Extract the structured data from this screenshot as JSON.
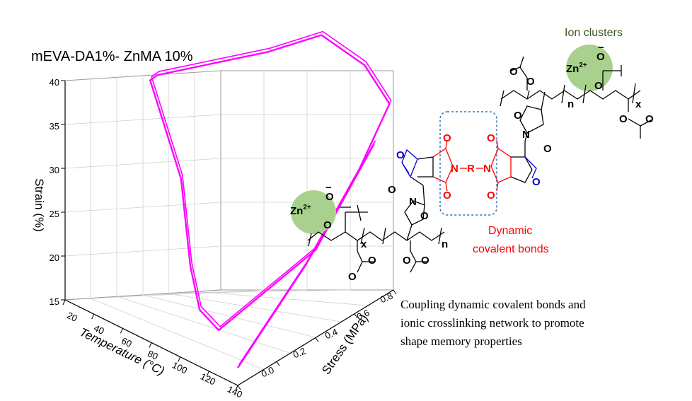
{
  "title": "mEVA-DA1%- ZnMA 10%",
  "axes": {
    "strain_label": "Strain (%)",
    "temperature_label": "Temperature (°C)",
    "stress_label": "Stress (MPa)",
    "strain_ticks": [
      "15",
      "20",
      "25",
      "30",
      "35",
      "40"
    ],
    "temperature_ticks": [
      "20",
      "40",
      "60",
      "80",
      "100",
      "120",
      "140"
    ],
    "stress_ticks": [
      "0.0",
      "0.2",
      "0.4",
      "0.6",
      "0.8"
    ]
  },
  "chart_data": {
    "type": "line",
    "title": "mEVA-DA1%- ZnMA 10%",
    "xlabel": "Temperature (°C)",
    "ylabel": "Stress (MPa)",
    "zlabel": "Strain (%)",
    "xlim": [
      20,
      140
    ],
    "ylim": [
      0,
      0.8
    ],
    "zlim": [
      15,
      40
    ],
    "grid": true,
    "series_color": "#ff00ff",
    "series": [
      {
        "points": [
          {
            "temperature": 140,
            "stress": 0.0,
            "strain": 17
          },
          {
            "temperature": 140,
            "stress": 0.35,
            "strain": 24
          },
          {
            "temperature": 140,
            "stress": 0.62,
            "strain": 31
          },
          {
            "temperature": 140,
            "stress": 0.78,
            "strain": 36.5
          },
          {
            "temperature": 120,
            "stress": 0.8,
            "strain": 39
          },
          {
            "temperature": 90,
            "stress": 0.8,
            "strain": 40
          },
          {
            "temperature": 80,
            "stress": 0.6,
            "strain": 40
          },
          {
            "temperature": 30,
            "stress": 0.4,
            "strain": 36
          },
          {
            "temperature": 25,
            "stress": 0.4,
            "strain": 35
          },
          {
            "temperature": 60,
            "stress": 0.3,
            "strain": 28
          },
          {
            "temperature": 80,
            "stress": 0.2,
            "strain": 21
          },
          {
            "temperature": 100,
            "stress": 0.1,
            "strain": 19
          },
          {
            "temperature": 120,
            "stress": 0.05,
            "strain": 19
          },
          {
            "temperature": 140,
            "stress": 0.4,
            "strain": 25
          },
          {
            "temperature": 140,
            "stress": 0.7,
            "strain": 33
          }
        ]
      }
    ]
  },
  "chemistry": {
    "ion_clusters_label": "Ion clusters",
    "dynamic_label_line1": "Dynamic",
    "dynamic_label_line2": "covalent bonds",
    "zn": "Zn",
    "zn_charge": "2+",
    "o": "O",
    "n": "N",
    "r": "R",
    "neg": "−",
    "sub_n": "n",
    "sub_x": "x"
  },
  "caption": {
    "line1": "Coupling dynamic covalent bonds and",
    "line2": "ionic crosslinking network to promote",
    "line3": "shape memory properties"
  },
  "colors": {
    "curve": "#ff00ff",
    "ion_cluster_fill": "#a9d18e",
    "ion_label": "#385723",
    "dynamic_red": "#ff0000",
    "furan_blue": "#0000cc",
    "dashed_box": "#2e75b6"
  }
}
